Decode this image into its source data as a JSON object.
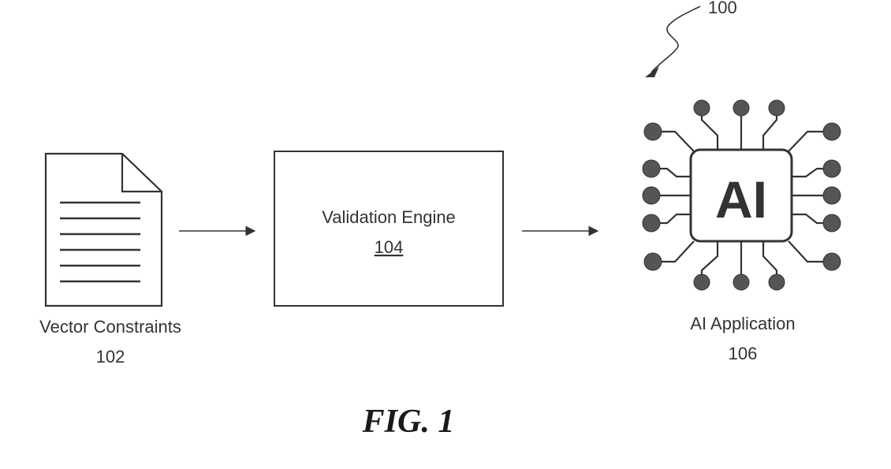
{
  "figure": {
    "reference_number": "100",
    "caption": "FIG. 1"
  },
  "nodes": {
    "vector_constraints": {
      "label": "Vector Constraints",
      "number": "102"
    },
    "validation_engine": {
      "label": "Validation Engine",
      "number": "104"
    },
    "ai_application": {
      "label": "AI Application",
      "number": "106",
      "chip_text": "AI"
    }
  },
  "colors": {
    "ink": "#333333",
    "chip_dot": "#555555",
    "background": "#ffffff"
  }
}
